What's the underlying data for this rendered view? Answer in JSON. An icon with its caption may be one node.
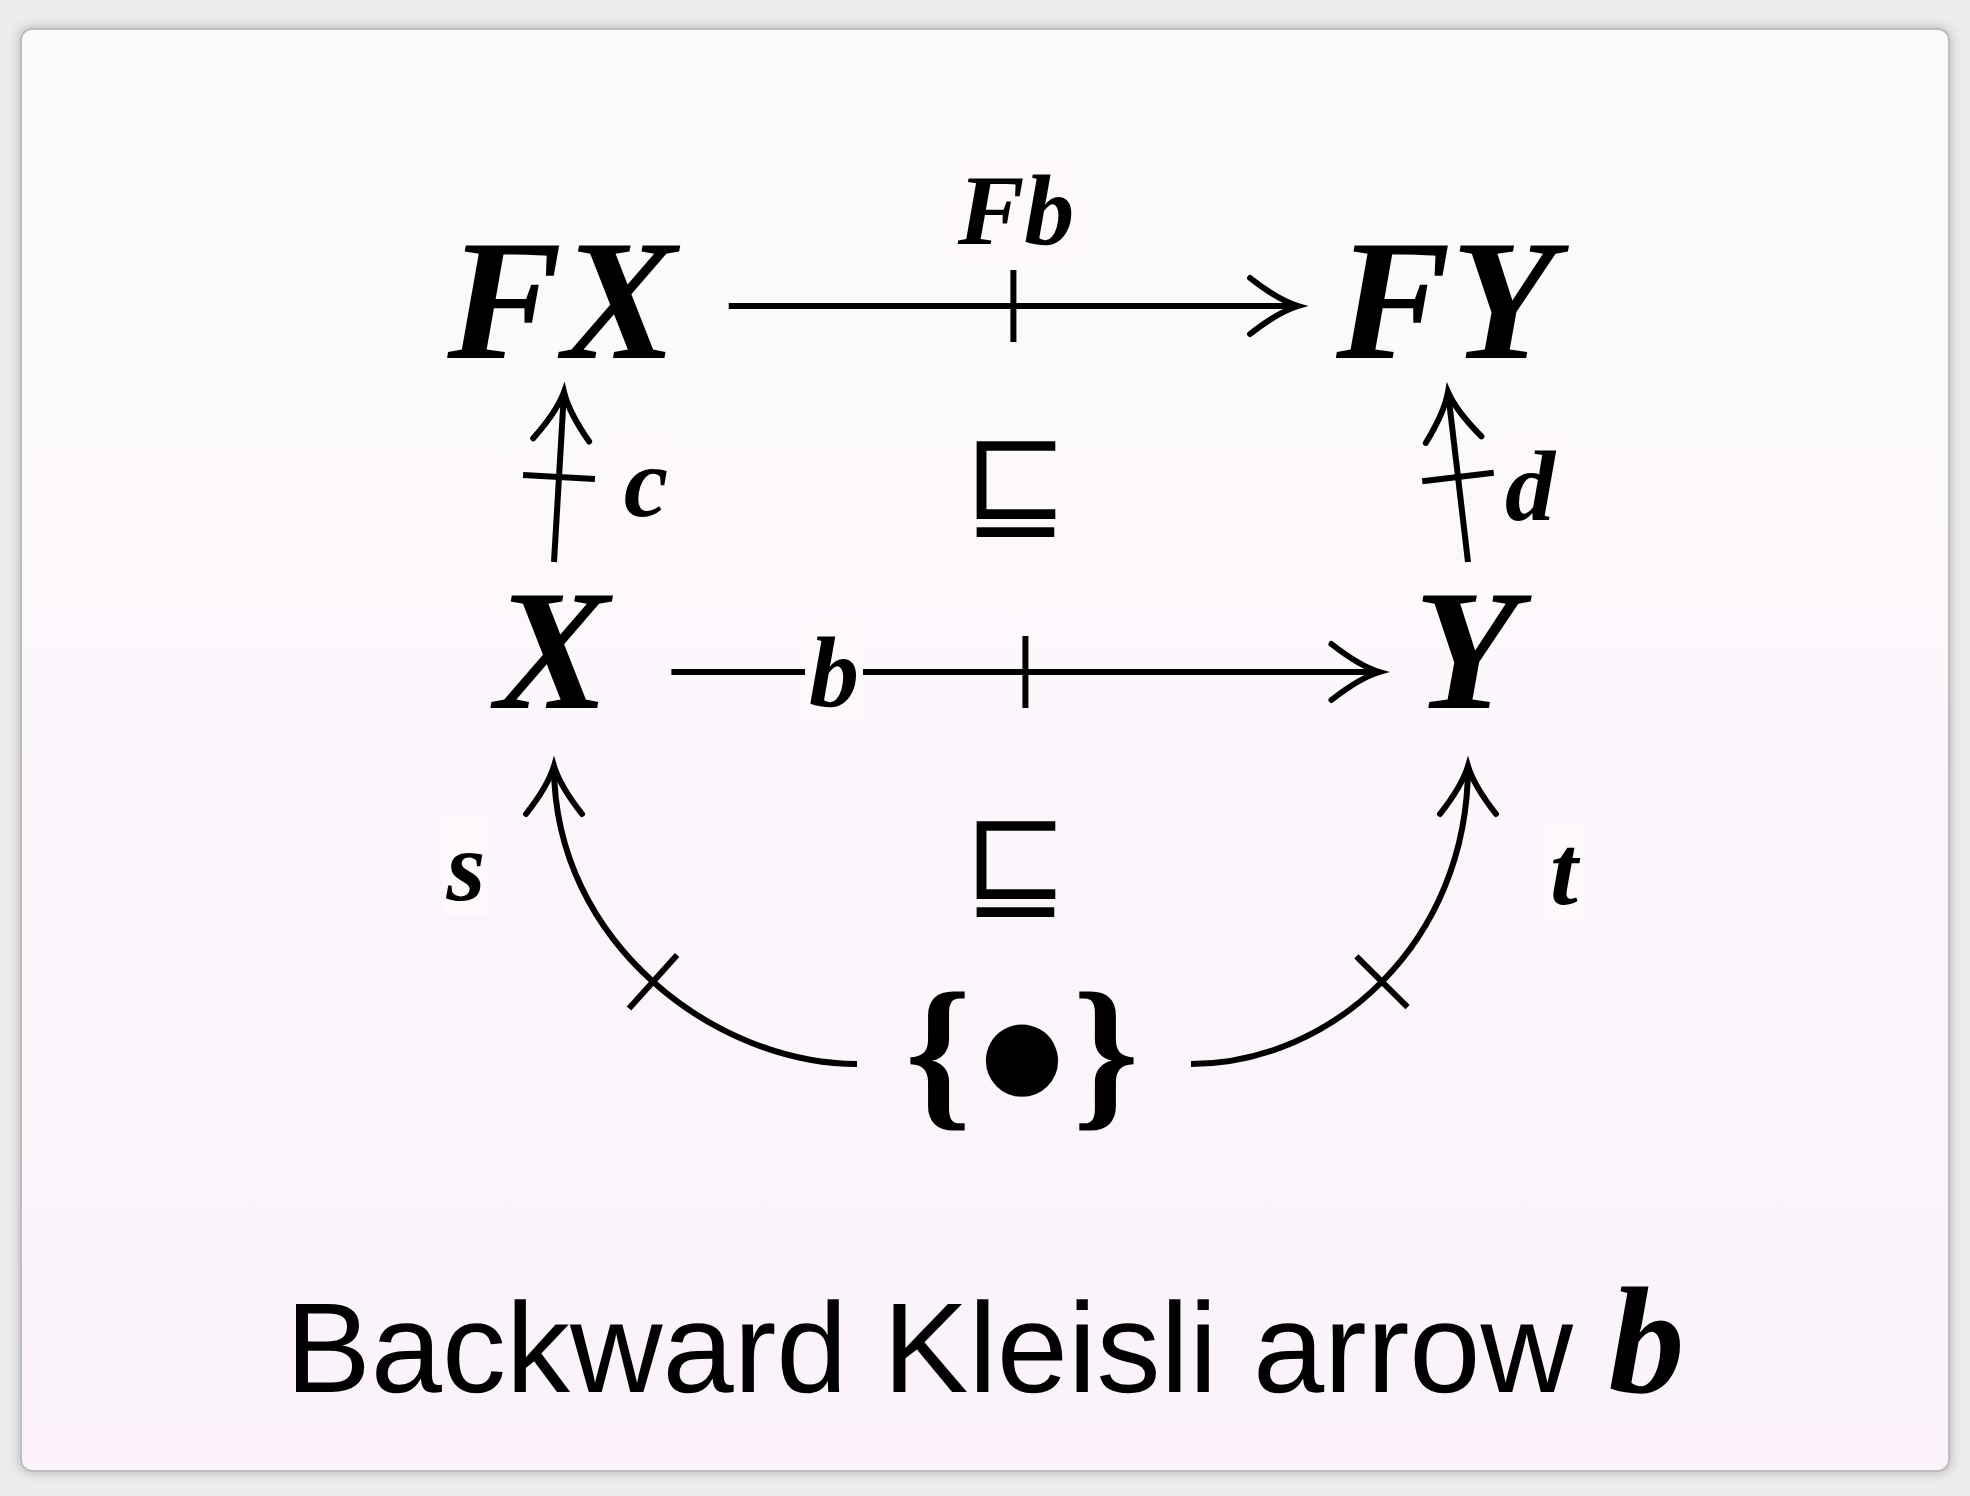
{
  "diagram": {
    "caption": "Backward Kleisli arrow **b**",
    "nodes": [
      {
        "text": [
          "FX"
        ]
      },
      {
        "text": [
          "FY"
        ]
      },
      {
        "text": [
          "X"
        ]
      },
      {
        "text": [
          "Y"
        ]
      },
      {
        "text": [
          "{●}"
        ]
      }
    ],
    "edges": [
      {
        "from": 0,
        "to": 1,
        "arrow": "to",
        "label": "Fb"
      },
      {
        "from": 2,
        "to": 0,
        "arrow": "to",
        "label": "c"
      },
      {
        "from": 3,
        "to": 1,
        "arrow": "to",
        "label": "d"
      },
      {
        "from": 2,
        "to": 3,
        "arrow": "to",
        "label": "b"
      },
      {
        "from": 4,
        "to": 2,
        "arrow": "to",
        "label": "s"
      },
      {
        "from": 4,
        "to": 3,
        "arrow": "to",
        "label": "t"
      }
    ],
    "labels": [
      "⊑",
      "⊑"
    ]
  }
}
